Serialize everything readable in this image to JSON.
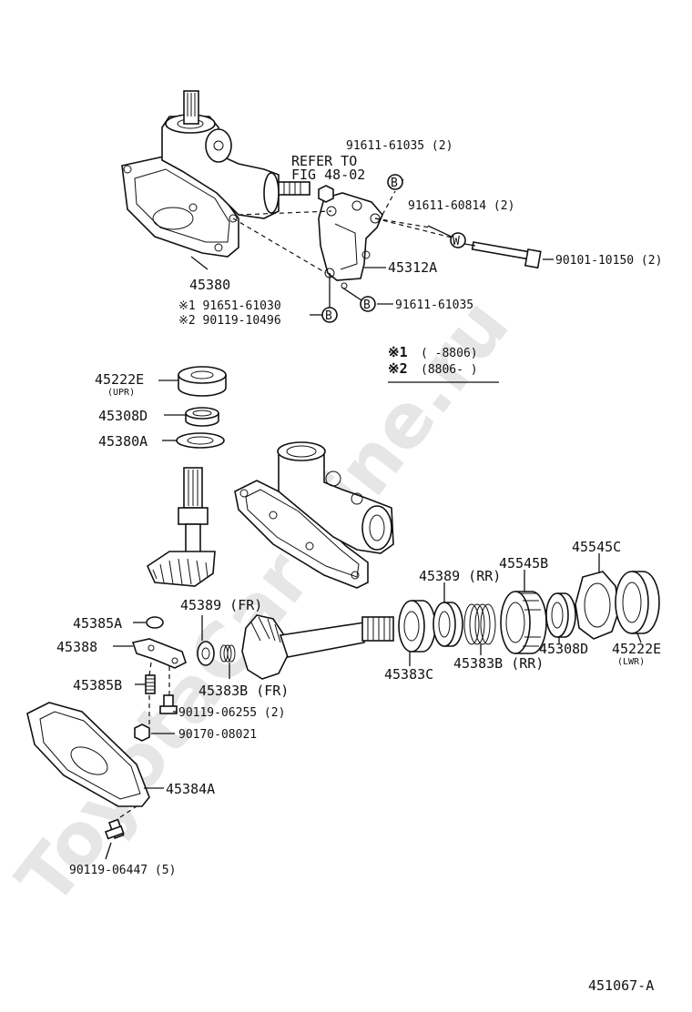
{
  "watermark": "ToyotaCarMine.ru",
  "diagram_id": "451067-A",
  "refer_note": {
    "line1": "REFER TO",
    "line2": "FIG 48-02"
  },
  "legend": {
    "row1": {
      "mark": "※1",
      "text": "(        -8806)"
    },
    "row2": {
      "mark": "※2",
      "text": "(8806-        )"
    }
  },
  "circle_markers": {
    "b": "B",
    "w": "W"
  },
  "labels": {
    "p45380": "45380",
    "p91611_61035_2": "91611-61035 (2)",
    "p91611_60814_2": "91611-60814 (2)",
    "p90101_10150_2": "90101-10150 (2)",
    "p45312A": "45312A",
    "p91651_61030": "※1 91651-61030",
    "p90119_10496": "※2 90119-10496",
    "p91611_61035": "91611-61035",
    "p45222E_upr": "45222E",
    "upr": "(UPR)",
    "p45308D_top": "45308D",
    "p45380A": "45380A",
    "p45545C": "45545C",
    "p45545B": "45545B",
    "p45389_rr": "45389 (RR)",
    "p45389_fr": "45389 (FR)",
    "p45385A": "45385A",
    "p45388": "45388",
    "p45385B": "45385B",
    "p45383B_fr": "45383B (FR)",
    "p45383C": "45383C",
    "p45383B_rr": "45383B (RR)",
    "p45308D_low": "45308D",
    "p45222E_lwr": "45222E",
    "lwr": "(LWR)",
    "p90119_06255_2": "90119-06255 (2)",
    "p90170_08021": "90170-08021",
    "p45384A": "45384A",
    "p90119_06447_5": "90119-06447 (5)"
  }
}
